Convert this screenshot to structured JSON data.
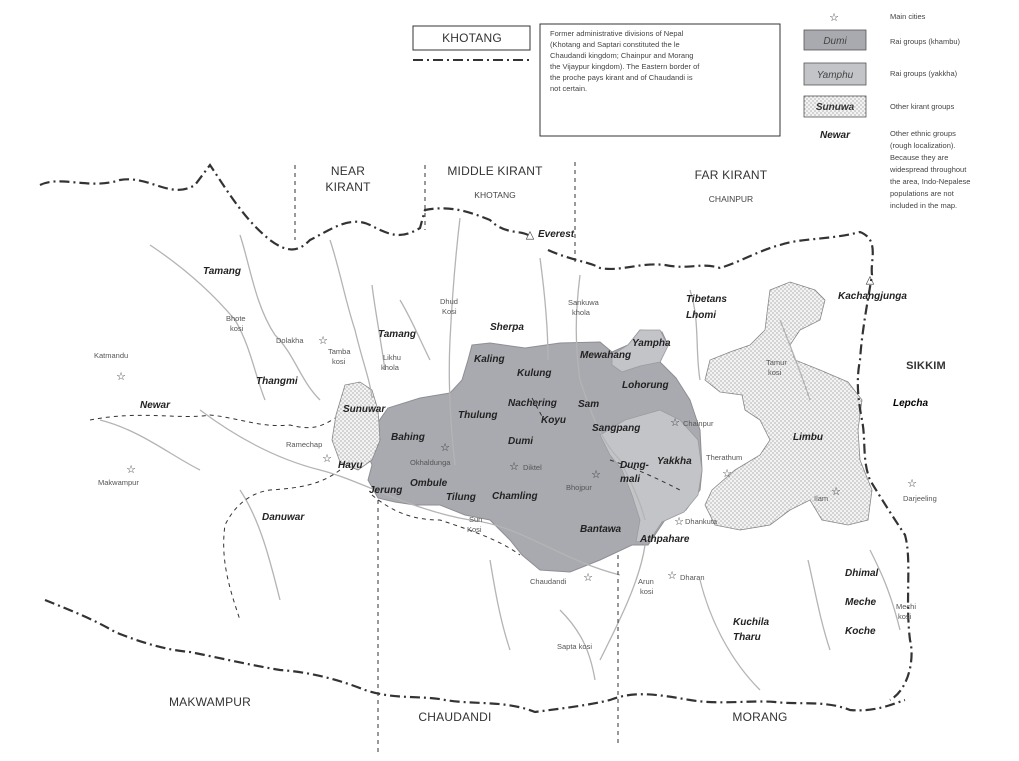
{
  "legend": {
    "khotang_box": "KHOTANG",
    "divisions_text": [
      "Former administrative divisions of Nepal",
      "(Khotang and Saptari constituted the  le",
      "Chaudandi kingdom; Chainpur and Morang",
      "the Vijaypur kingdom). The Eastern border of",
      "the proche pays kirant and of Chaudandi is",
      "not certain."
    ],
    "items": [
      {
        "swatch": "☆",
        "label": "Main cities"
      },
      {
        "swatch": "Dumi",
        "label": "Rai groups (khambu)"
      },
      {
        "swatch": "Yamphu",
        "label": "Rai groups (yakkha)"
      },
      {
        "swatch": "Sunuwa",
        "label": "Other kirant groups"
      },
      {
        "swatch": "Newar",
        "label": "Other ethnic groups"
      }
    ],
    "other_ethnic_note": [
      "(rough localization).",
      "Because they are",
      "widespread throughout",
      "the area, Indo-Nepalese",
      "populations are not",
      "included in the map."
    ],
    "colors": {
      "khambu": "#a9aaaf",
      "yakkha": "#c3c4c8",
      "other_kirant": "#e6e6e6",
      "border": "#333333",
      "river": "#b4b4b4"
    }
  },
  "regions": {
    "near_kirant": [
      "NEAR",
      "KIRANT"
    ],
    "middle_kirant": "MIDDLE KIRANT",
    "far_kirant": "FAR KIRANT",
    "khotang": "KHOTANG",
    "chainpur": "CHAINPUR",
    "makwampur": "MAKWAMPUR",
    "chaudandi": "CHAUDANDI",
    "morang": "MORANG",
    "sikkim": "SIKKIM"
  },
  "peaks": {
    "everest": "Everest",
    "kanchenjunga": "Kachangjunga"
  },
  "ethnic_groups": {
    "tamang_west": "Tamang",
    "tamang_center": "Tamang",
    "thangmi": "Thangmi",
    "newar": "Newar",
    "sunuwar": "Sunuwar",
    "hayu": "Hayu",
    "danuwar": "Danuwar",
    "sherpa": "Sherpa",
    "tibetans": "Tibetans",
    "lhomi": "Lhomi",
    "lepcha": "Lepcha",
    "limbu": "Limbu",
    "kaling": "Kaling",
    "kulung": "Kulung",
    "mewahang": "Mewahang",
    "yampha": "Yampha",
    "lohorung": "Lohorung",
    "nachering": "Nachering",
    "sam": "Sam",
    "thulung": "Thulung",
    "koyu": "Koyu",
    "sangpang": "Sangpang",
    "bahing": "Bahing",
    "dumi": "Dumi",
    "yakkha": "Yakkha",
    "dungmali": [
      "Dung-",
      "mali"
    ],
    "ombule": "Ombule",
    "tilung": "Tilung",
    "chamling": "Chamling",
    "jerung": "Jerung",
    "bantawa": "Bantawa",
    "athpahare": "Athpahare",
    "dhimal": "Dhimal",
    "meche": "Meche",
    "koche": "Koche",
    "kuchila": "Kuchila",
    "tharu": "Tharu"
  },
  "cities": {
    "katmandu": "Katmandu",
    "makwampur": "Makwampur",
    "dolakha": "Dolakha",
    "ramechap": "Ramechap",
    "okhaldunga": "Okhaldunga",
    "diktel": "Diktel",
    "bhojpur": "Bhojpur",
    "chainpur": "Chainpur",
    "therathum": "Therathum",
    "ilam": "Ilam",
    "darjeeling": "Darjeeling",
    "dhankuta": "Dhankuta",
    "dharan": "Dharan",
    "chaudandi": "Chaudandi"
  },
  "rivers": {
    "bhote_kosi": [
      "Bhote",
      "kosi"
    ],
    "tamba_kosi": [
      "Tamba",
      "kosi"
    ],
    "likhu_khola": [
      "Likhu",
      "khola"
    ],
    "dhud_kosi": [
      "Dhud",
      "Kosi"
    ],
    "sankuwa_khola": [
      "Sankuwa",
      "khola"
    ],
    "tamur_kosi": [
      "Tamur",
      "kosi"
    ],
    "sun_kosi": [
      "Sun",
      "Kosi"
    ],
    "arun_kosi": [
      "Arun",
      "kosi"
    ],
    "sapta_kosi": "Sapta kosi",
    "mechi_kosi": [
      "Mechi",
      "kosi"
    ]
  },
  "star_glyph": "☆",
  "peak_glyph": "△"
}
